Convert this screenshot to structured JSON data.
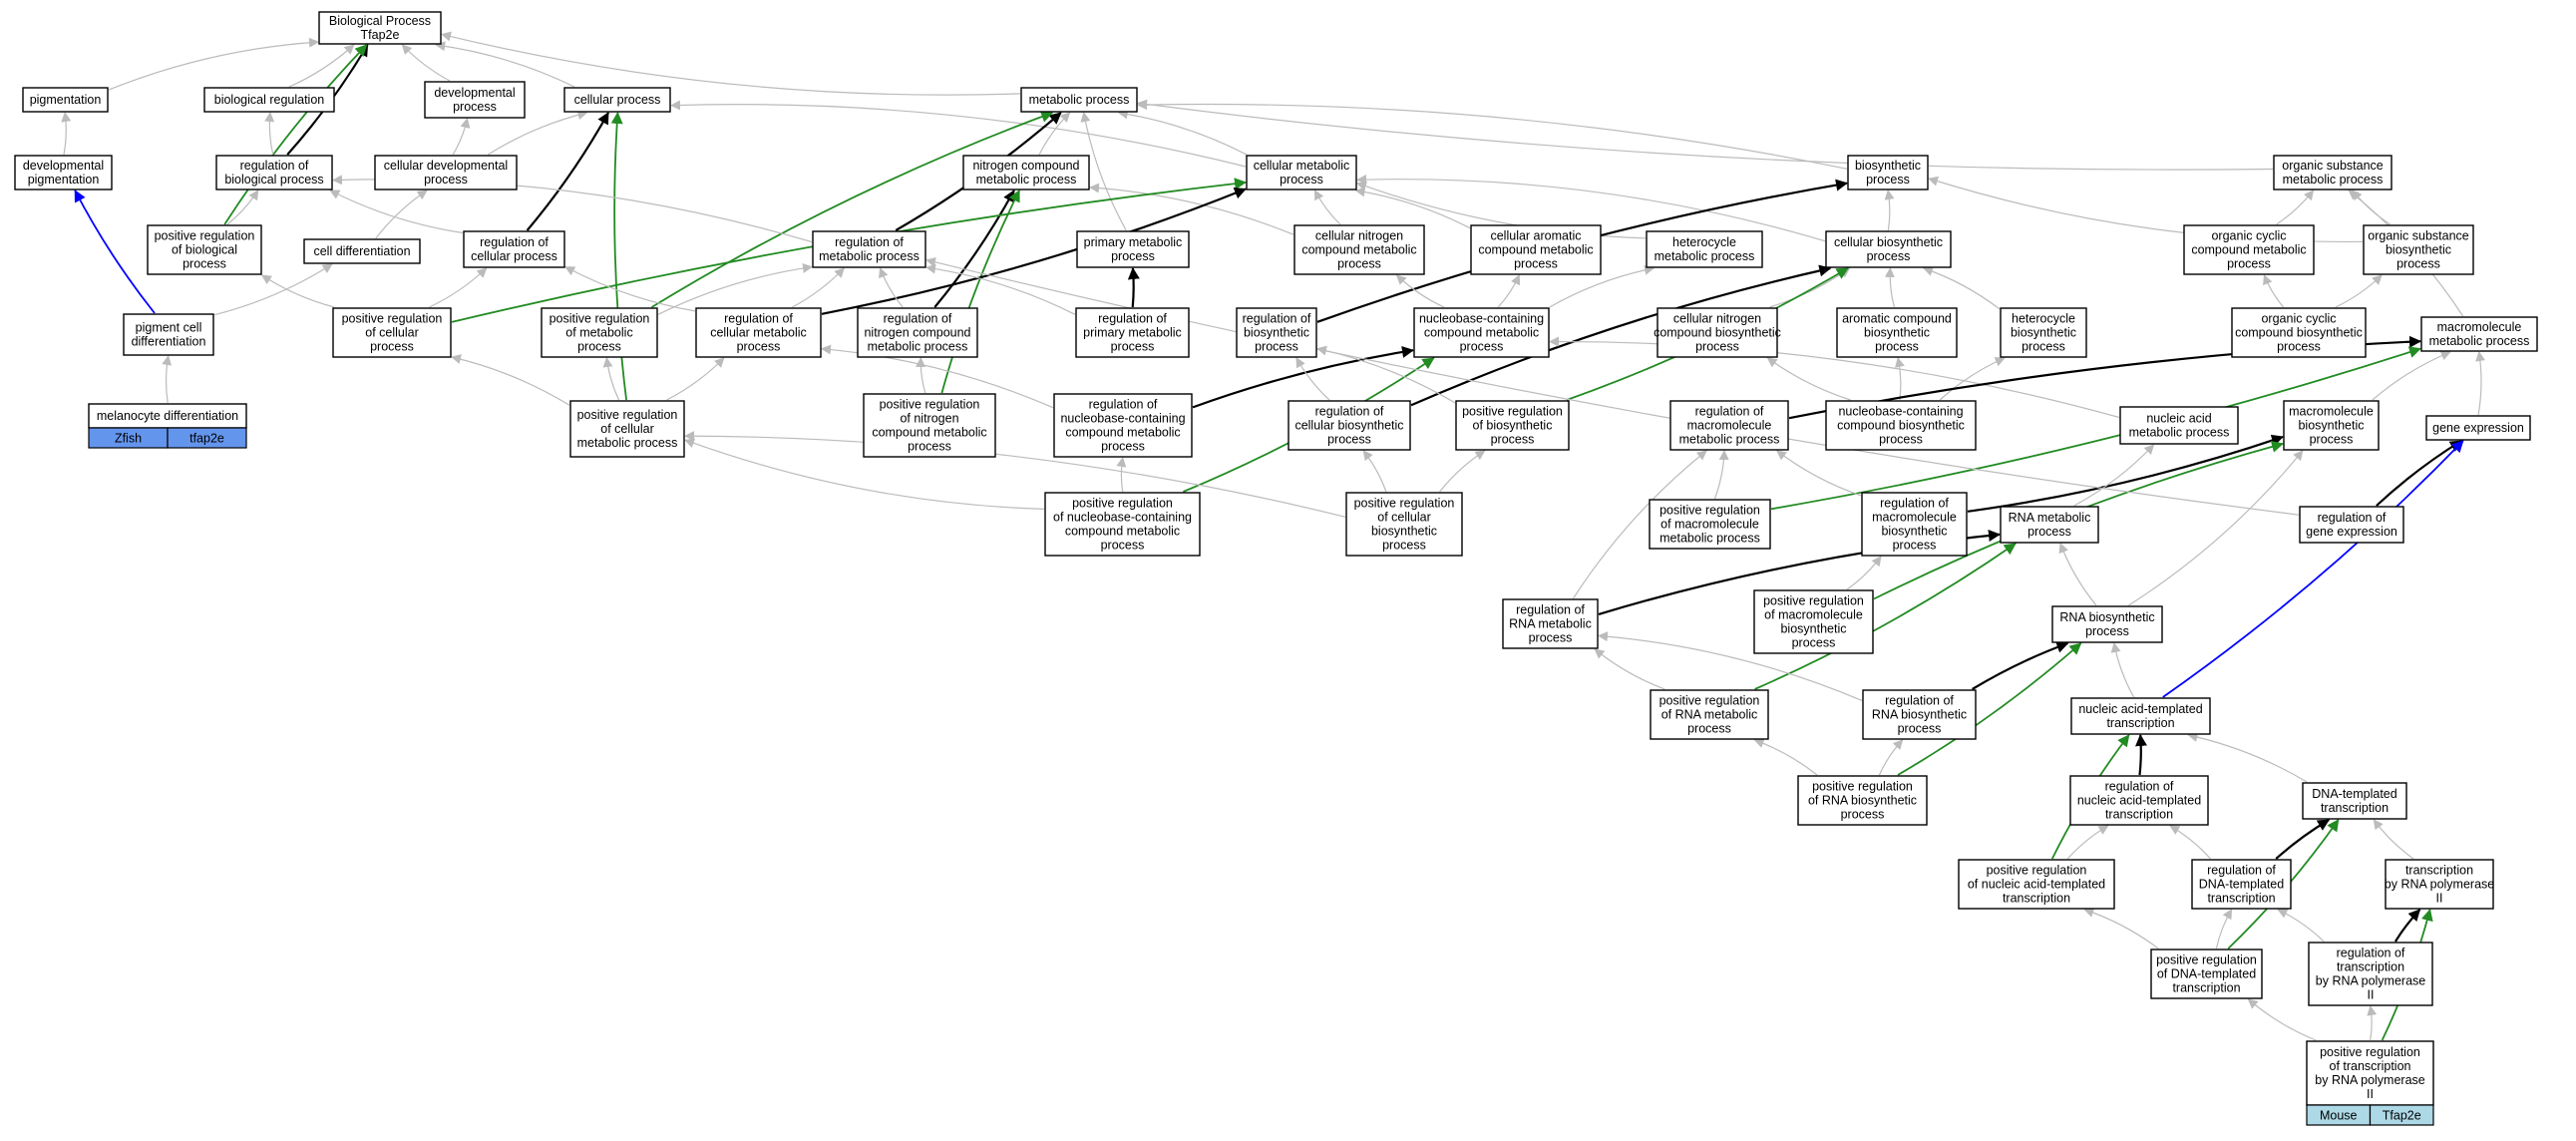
{
  "colors": {
    "edge_default": "#bbbbbb",
    "edge_black": "#000000",
    "edge_green": "#228b22",
    "edge_blue": "#0000ff",
    "zfish_chip": "#6495ed",
    "mouse_chip": "#add8e6"
  },
  "nodes": [
    {
      "id": "bp",
      "lines": [
        "Biological Process",
        "Tfap2e"
      ]
    },
    {
      "id": "pig",
      "lines": [
        "pigmentation"
      ]
    },
    {
      "id": "breg",
      "lines": [
        "biological regulation"
      ]
    },
    {
      "id": "devp",
      "lines": [
        "developmental",
        "process"
      ]
    },
    {
      "id": "cellp",
      "lines": [
        "cellular process"
      ]
    },
    {
      "id": "metp",
      "lines": [
        "metabolic process"
      ]
    },
    {
      "id": "devpig",
      "lines": [
        "developmental",
        "pigmentation"
      ]
    },
    {
      "id": "regbp",
      "lines": [
        "regulation of",
        "biological process"
      ]
    },
    {
      "id": "celldevp",
      "lines": [
        "cellular developmental",
        "process"
      ]
    },
    {
      "id": "ncmp",
      "lines": [
        "nitrogen compound",
        "metabolic process"
      ]
    },
    {
      "id": "cmp",
      "lines": [
        "cellular metabolic",
        "process"
      ]
    },
    {
      "id": "bsp",
      "lines": [
        "biosynthetic",
        "process"
      ]
    },
    {
      "id": "osmp",
      "lines": [
        "organic substance",
        "metabolic process"
      ]
    },
    {
      "id": "prbp",
      "lines": [
        "positive regulation",
        "of biological",
        "process"
      ]
    },
    {
      "id": "celldiff",
      "lines": [
        "cell differentiation"
      ]
    },
    {
      "id": "regcp",
      "lines": [
        "regulation of",
        "cellular process"
      ]
    },
    {
      "id": "regmp",
      "lines": [
        "regulation of",
        "metabolic process"
      ]
    },
    {
      "id": "pmp",
      "lines": [
        "primary metabolic",
        "process"
      ]
    },
    {
      "id": "cncmp",
      "lines": [
        "cellular nitrogen",
        "compound metabolic",
        "process"
      ]
    },
    {
      "id": "cacmp",
      "lines": [
        "cellular aromatic",
        "compound metabolic",
        "process"
      ]
    },
    {
      "id": "hcmp",
      "lines": [
        "heterocycle",
        "metabolic process"
      ]
    },
    {
      "id": "cbsp",
      "lines": [
        "cellular biosynthetic",
        "process"
      ]
    },
    {
      "id": "occmp",
      "lines": [
        "organic cyclic",
        "compound metabolic",
        "process"
      ]
    },
    {
      "id": "osbp",
      "lines": [
        "organic substance",
        "biosynthetic",
        "process"
      ]
    },
    {
      "id": "pcd",
      "lines": [
        "pigment cell",
        "differentiation"
      ]
    },
    {
      "id": "prcp",
      "lines": [
        "positive regulation",
        "of cellular",
        "process"
      ]
    },
    {
      "id": "prmp",
      "lines": [
        "positive regulation",
        "of metabolic",
        "process"
      ]
    },
    {
      "id": "regcmp",
      "lines": [
        "regulation of",
        "cellular metabolic",
        "process"
      ]
    },
    {
      "id": "regncmp",
      "lines": [
        "regulation of",
        "nitrogen compound",
        "metabolic process"
      ]
    },
    {
      "id": "regpmp",
      "lines": [
        "regulation of",
        "primary metabolic",
        "process"
      ]
    },
    {
      "id": "regbsp",
      "lines": [
        "regulation of",
        "biosynthetic",
        "process"
      ]
    },
    {
      "id": "nbcmp",
      "lines": [
        "nucleobase-containing",
        "compound metabolic",
        "process"
      ]
    },
    {
      "id": "cncbp",
      "lines": [
        "cellular nitrogen",
        "compound biosynthetic",
        "process"
      ]
    },
    {
      "id": "acbp",
      "lines": [
        "aromatic compound",
        "biosynthetic",
        "process"
      ]
    },
    {
      "id": "hbp",
      "lines": [
        "heterocycle",
        "biosynthetic",
        "process"
      ]
    },
    {
      "id": "occbp",
      "lines": [
        "organic cyclic",
        "compound biosynthetic",
        "process"
      ]
    },
    {
      "id": "mmp",
      "lines": [
        "macromolecule",
        "metabolic process"
      ]
    },
    {
      "id": "prcmp",
      "lines": [
        "positive regulation",
        "of cellular",
        "metabolic process"
      ]
    },
    {
      "id": "prncmp",
      "lines": [
        "positive regulation",
        "of nitrogen",
        "compound metabolic",
        "process"
      ]
    },
    {
      "id": "regnbcmp",
      "lines": [
        "regulation of",
        "nucleobase-containing",
        "compound metabolic",
        "process"
      ]
    },
    {
      "id": "regcbp",
      "lines": [
        "regulation of",
        "cellular biosynthetic",
        "process"
      ]
    },
    {
      "id": "prbsp",
      "lines": [
        "positive regulation",
        "of biosynthetic",
        "process"
      ]
    },
    {
      "id": "regmmp",
      "lines": [
        "regulation of",
        "macromolecule",
        "metabolic process"
      ]
    },
    {
      "id": "nbcbp",
      "lines": [
        "nucleobase-containing",
        "compound biosynthetic",
        "process"
      ]
    },
    {
      "id": "namp",
      "lines": [
        "nucleic acid",
        "metabolic process"
      ]
    },
    {
      "id": "mbp",
      "lines": [
        "macromolecule",
        "biosynthetic",
        "process"
      ]
    },
    {
      "id": "ge",
      "lines": [
        "gene expression"
      ]
    },
    {
      "id": "prnbcmp",
      "lines": [
        "positive regulation",
        "of nucleobase-containing",
        "compound metabolic",
        "process"
      ]
    },
    {
      "id": "prcbp",
      "lines": [
        "positive regulation",
        "of cellular",
        "biosynthetic",
        "process"
      ]
    },
    {
      "id": "prmmp",
      "lines": [
        "positive regulation",
        "of macromolecule",
        "metabolic process"
      ]
    },
    {
      "id": "regmbp",
      "lines": [
        "regulation of",
        "macromolecule",
        "biosynthetic",
        "process"
      ]
    },
    {
      "id": "rnamp",
      "lines": [
        "RNA metabolic",
        "process"
      ]
    },
    {
      "id": "regge",
      "lines": [
        "regulation of",
        "gene expression"
      ]
    },
    {
      "id": "regrnamp",
      "lines": [
        "regulation of",
        "RNA metabolic",
        "process"
      ]
    },
    {
      "id": "prmbp",
      "lines": [
        "positive regulation",
        "of macromolecule",
        "biosynthetic",
        "process"
      ]
    },
    {
      "id": "rnabp",
      "lines": [
        "RNA biosynthetic",
        "process"
      ]
    },
    {
      "id": "prrnamp",
      "lines": [
        "positive regulation",
        "of RNA metabolic",
        "process"
      ]
    },
    {
      "id": "regrnabp",
      "lines": [
        "regulation of",
        "RNA biosynthetic",
        "process"
      ]
    },
    {
      "id": "natt",
      "lines": [
        "nucleic acid-templated",
        "transcription"
      ]
    },
    {
      "id": "prrnabp",
      "lines": [
        "positive regulation",
        "of RNA biosynthetic",
        "process"
      ]
    },
    {
      "id": "regnatt",
      "lines": [
        "regulation of",
        "nucleic acid-templated",
        "transcription"
      ]
    },
    {
      "id": "dtt",
      "lines": [
        "DNA-templated",
        "transcription"
      ]
    },
    {
      "id": "prnatt",
      "lines": [
        "positive regulation",
        "of nucleic acid-templated",
        "transcription"
      ]
    },
    {
      "id": "regdtt",
      "lines": [
        "regulation of",
        "DNA-templated",
        "transcription"
      ]
    },
    {
      "id": "trnap2",
      "lines": [
        "transcription",
        "by RNA polymerase",
        "II"
      ]
    },
    {
      "id": "prdtt",
      "lines": [
        "positive regulation",
        "of DNA-templated",
        "transcription"
      ]
    },
    {
      "id": "regtrnap2",
      "lines": [
        "regulation of",
        "transcription",
        "by RNA polymerase",
        "II"
      ]
    },
    {
      "id": "melano",
      "lines": [
        "melanocyte differentiation"
      ]
    },
    {
      "id": "prtrnap2",
      "lines": [
        "positive regulation",
        "of transcription",
        "by RNA polymerase",
        "II"
      ]
    }
  ],
  "chips": [
    {
      "node": "melano",
      "items": [
        {
          "label": "Zfish",
          "color": "#6495ed"
        },
        {
          "label": "tfap2e",
          "color": "#6495ed"
        }
      ]
    },
    {
      "node": "prtrnap2",
      "items": [
        {
          "label": "Mouse",
          "color": "#add8e6"
        },
        {
          "label": "Tfap2e",
          "color": "#add8e6"
        }
      ]
    }
  ],
  "edges": [
    [
      "pig",
      "bp",
      "g"
    ],
    [
      "breg",
      "bp",
      "g"
    ],
    [
      "devp",
      "bp",
      "g"
    ],
    [
      "cellp",
      "bp",
      "g"
    ],
    [
      "metp",
      "bp",
      "g"
    ],
    [
      "regbp",
      "bp",
      "k"
    ],
    [
      "prbp",
      "bp",
      "G"
    ],
    [
      "devpig",
      "pig",
      "g"
    ],
    [
      "regbp",
      "breg",
      "g"
    ],
    [
      "celldevp",
      "devp",
      "g"
    ],
    [
      "celldevp",
      "cellp",
      "g"
    ],
    [
      "regcp",
      "cellp",
      "k"
    ],
    [
      "prcmp",
      "cellp",
      "G"
    ],
    [
      "cmp",
      "cellp",
      "g"
    ],
    [
      "ncmp",
      "metp",
      "g"
    ],
    [
      "cmp",
      "metp",
      "g"
    ],
    [
      "pmp",
      "metp",
      "g"
    ],
    [
      "bsp",
      "metp",
      "g"
    ],
    [
      "osmp",
      "metp",
      "g"
    ],
    [
      "regmp",
      "metp",
      "k"
    ],
    [
      "prmp",
      "metp",
      "G"
    ],
    [
      "prbp",
      "regbp",
      "g"
    ],
    [
      "regcp",
      "regbp",
      "g"
    ],
    [
      "regmp",
      "regbp",
      "g"
    ],
    [
      "celldiff",
      "celldevp",
      "g"
    ],
    [
      "regncmp",
      "ncmp",
      "k"
    ],
    [
      "prncmp",
      "ncmp",
      "G"
    ],
    [
      "cncmp",
      "ncmp",
      "g"
    ],
    [
      "prcp",
      "cmp",
      "G"
    ],
    [
      "regcmp",
      "cmp",
      "k"
    ],
    [
      "cncmp",
      "cmp",
      "g"
    ],
    [
      "cacmp",
      "cmp",
      "g"
    ],
    [
      "hcmp",
      "cmp",
      "g"
    ],
    [
      "cbsp",
      "cmp",
      "g"
    ],
    [
      "regbsp",
      "bsp",
      "k"
    ],
    [
      "cbsp",
      "bsp",
      "g"
    ],
    [
      "osbp",
      "bsp",
      "g"
    ],
    [
      "occmp",
      "osmp",
      "g"
    ],
    [
      "osbp",
      "osmp",
      "g"
    ],
    [
      "mmp",
      "osmp",
      "g"
    ],
    [
      "pcd",
      "devpig",
      "B"
    ],
    [
      "pcd",
      "celldiff",
      "g"
    ],
    [
      "prcp",
      "prbp",
      "g"
    ],
    [
      "prcp",
      "regcp",
      "g"
    ],
    [
      "regcmp",
      "regcp",
      "g"
    ],
    [
      "regcmp",
      "regmp",
      "g"
    ],
    [
      "regncmp",
      "regmp",
      "g"
    ],
    [
      "regpmp",
      "regmp",
      "g"
    ],
    [
      "prmp",
      "regmp",
      "g"
    ],
    [
      "regpmp",
      "pmp",
      "k"
    ],
    [
      "nbcmp",
      "cncmp",
      "g"
    ],
    [
      "nbcmp",
      "cacmp",
      "g"
    ],
    [
      "nbcmp",
      "hcmp",
      "g"
    ],
    [
      "cncbp",
      "cbsp",
      "g"
    ],
    [
      "acbp",
      "cbsp",
      "g"
    ],
    [
      "hbp",
      "cbsp",
      "g"
    ],
    [
      "regcbp",
      "cbsp",
      "k"
    ],
    [
      "prbsp",
      "cbsp",
      "G"
    ],
    [
      "occbp",
      "occmp",
      "g"
    ],
    [
      "occbp",
      "osbp",
      "g"
    ],
    [
      "mbp",
      "mmp",
      "g"
    ],
    [
      "ge",
      "mmp",
      "g"
    ],
    [
      "melano",
      "pcd",
      "g"
    ],
    [
      "prcmp",
      "prcp",
      "g"
    ],
    [
      "prcmp",
      "prmp",
      "g"
    ],
    [
      "prcmp",
      "regcmp",
      "g"
    ],
    [
      "prncmp",
      "regncmp",
      "g"
    ],
    [
      "regnbcmp",
      "regcmp",
      "g"
    ],
    [
      "regnbcmp",
      "nbcmp",
      "k"
    ],
    [
      "prnbcmp",
      "nbcmp",
      "G"
    ],
    [
      "regcbp",
      "regbsp",
      "g"
    ],
    [
      "prbsp",
      "regbsp",
      "g"
    ],
    [
      "nbcbp",
      "cncbp",
      "g"
    ],
    [
      "nbcbp",
      "acbp",
      "g"
    ],
    [
      "nbcbp",
      "hbp",
      "g"
    ],
    [
      "namp",
      "nbcmp",
      "g"
    ],
    [
      "regmmp",
      "mmp",
      "k"
    ],
    [
      "prmmp",
      "mmp",
      "G"
    ],
    [
      "prnbcmp",
      "regnbcmp",
      "g"
    ],
    [
      "prcbp",
      "regcbp",
      "g"
    ],
    [
      "prcbp",
      "prbsp",
      "g"
    ],
    [
      "prmmp",
      "regmmp",
      "g"
    ],
    [
      "regmbp",
      "regmmp",
      "g"
    ],
    [
      "regmbp",
      "mbp",
      "k"
    ],
    [
      "prmbp",
      "mbp",
      "G"
    ],
    [
      "rnamp",
      "namp",
      "g"
    ],
    [
      "regge",
      "ge",
      "k"
    ],
    [
      "natt",
      "ge",
      "B"
    ],
    [
      "regrnamp",
      "rnamp",
      "k"
    ],
    [
      "prrnamp",
      "rnamp",
      "G"
    ],
    [
      "regrnamp",
      "regmmp",
      "g"
    ],
    [
      "prmbp",
      "regmbp",
      "g"
    ],
    [
      "rnabp",
      "rnamp",
      "g"
    ],
    [
      "rnabp",
      "mbp",
      "g"
    ],
    [
      "prrnamp",
      "regrnamp",
      "g"
    ],
    [
      "regrnabp",
      "regrnamp",
      "g"
    ],
    [
      "regrnabp",
      "rnabp",
      "k"
    ],
    [
      "prrnabp",
      "rnabp",
      "G"
    ],
    [
      "natt",
      "rnabp",
      "g"
    ],
    [
      "prrnabp",
      "prrnamp",
      "g"
    ],
    [
      "prrnabp",
      "regrnabp",
      "g"
    ],
    [
      "regnatt",
      "natt",
      "k"
    ],
    [
      "prnatt",
      "natt",
      "G"
    ],
    [
      "dtt",
      "natt",
      "g"
    ],
    [
      "prnatt",
      "regnatt",
      "g"
    ],
    [
      "regdtt",
      "regnatt",
      "g"
    ],
    [
      "regdtt",
      "dtt",
      "k"
    ],
    [
      "prdtt",
      "dtt",
      "G"
    ],
    [
      "trnap2",
      "dtt",
      "g"
    ],
    [
      "prdtt",
      "prnatt",
      "g"
    ],
    [
      "prdtt",
      "regdtt",
      "g"
    ],
    [
      "regtrnap2",
      "regdtt",
      "g"
    ],
    [
      "regtrnap2",
      "trnap2",
      "k"
    ],
    [
      "prtrnap2",
      "trnap2",
      "G"
    ],
    [
      "prtrnap2",
      "prdtt",
      "g"
    ],
    [
      "prtrnap2",
      "regtrnap2",
      "g"
    ],
    [
      "prnbcmp",
      "prcmp",
      "g"
    ],
    [
      "prcbp",
      "prcmp",
      "g"
    ],
    [
      "regge",
      "regmp",
      "g"
    ]
  ]
}
